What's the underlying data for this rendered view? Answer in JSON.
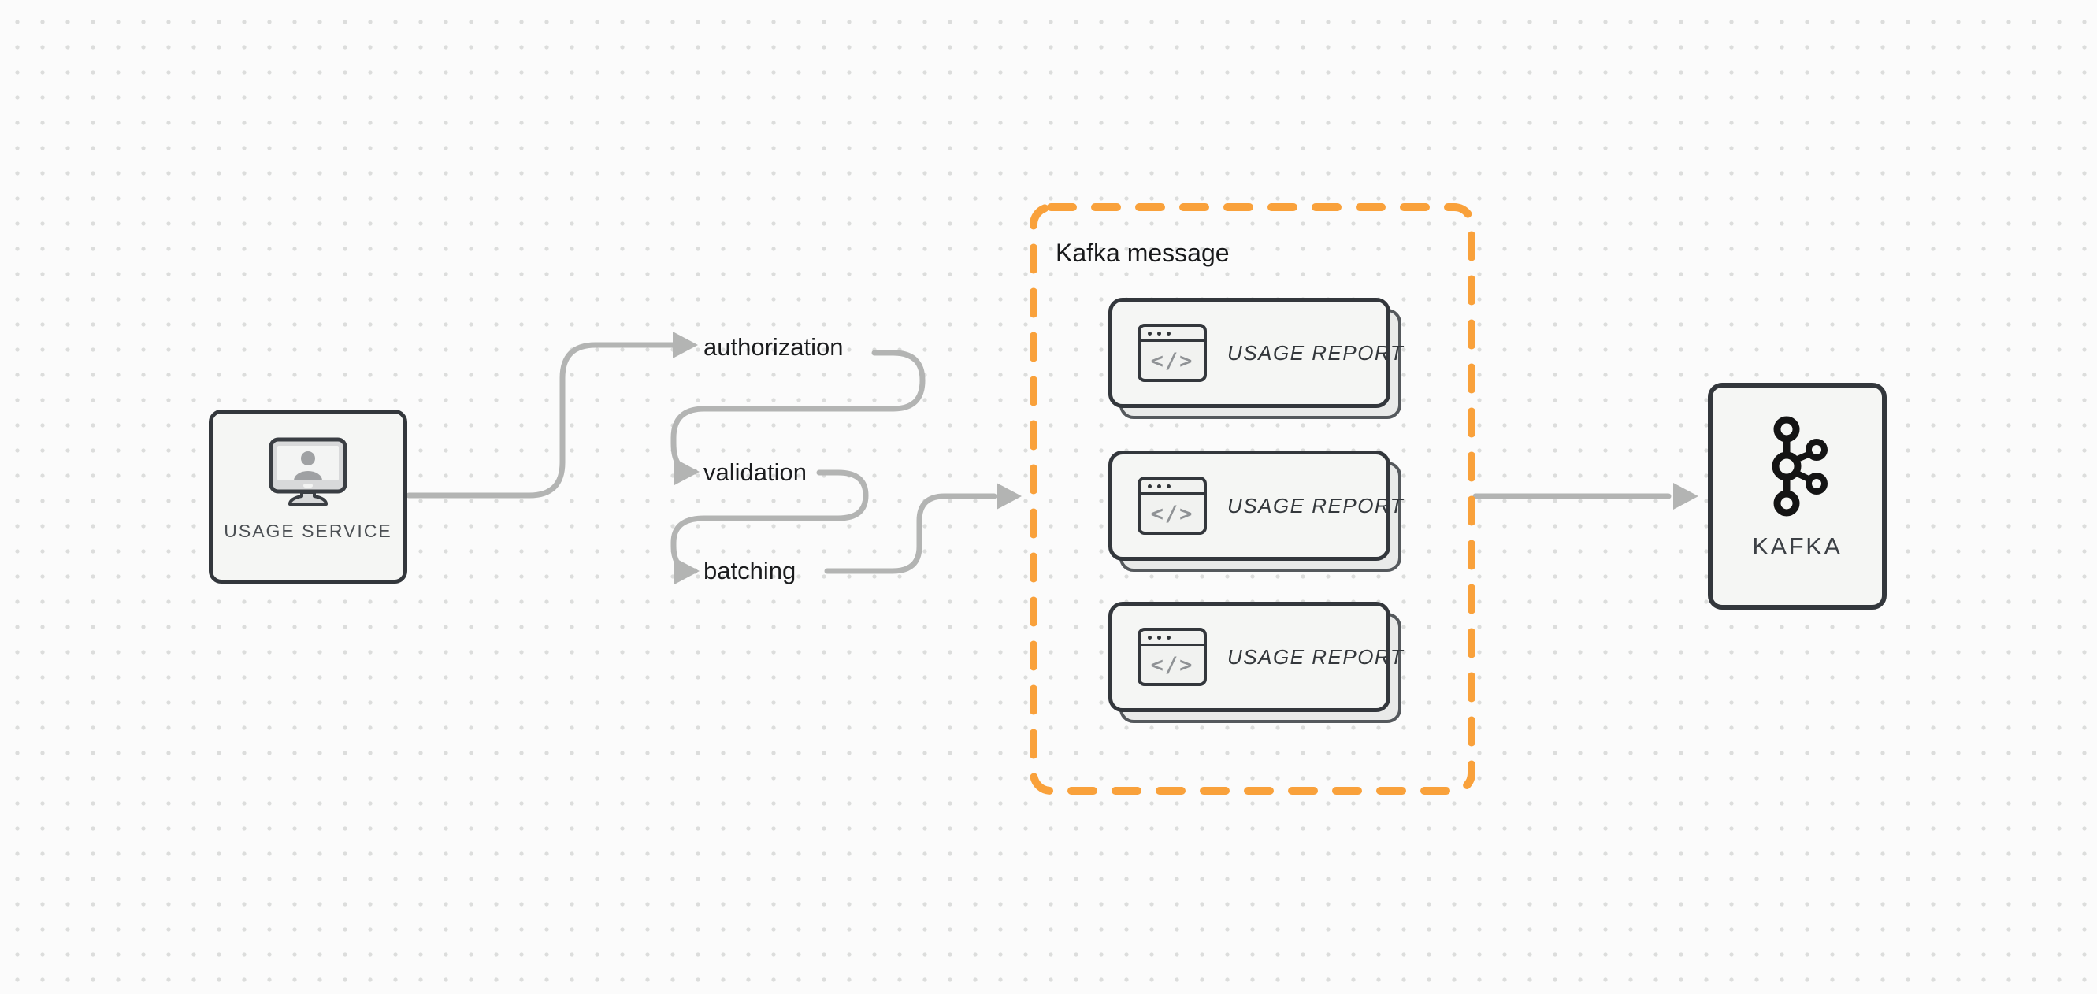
{
  "diagram": {
    "usage_service": {
      "label": "USAGE SERVICE",
      "icon": "user-monitor-icon"
    },
    "steps": [
      {
        "label": "authorization"
      },
      {
        "label": "validation"
      },
      {
        "label": "batching"
      }
    ],
    "kafka_message": {
      "title": "Kafka message",
      "code_glyph": "</>",
      "cards": [
        {
          "label": "USAGE REPORT"
        },
        {
          "label": "USAGE REPORT"
        },
        {
          "label": "USAGE REPORT"
        }
      ]
    },
    "kafka": {
      "label": "KAFKA",
      "icon": "kafka-logo-icon"
    },
    "colors": {
      "accent_orange": "#F9A13B",
      "connector_gray": "#B3B4B3",
      "border_dark": "#33373C",
      "node_fill": "#F5F6F4",
      "background": "#FBFBFB"
    }
  }
}
